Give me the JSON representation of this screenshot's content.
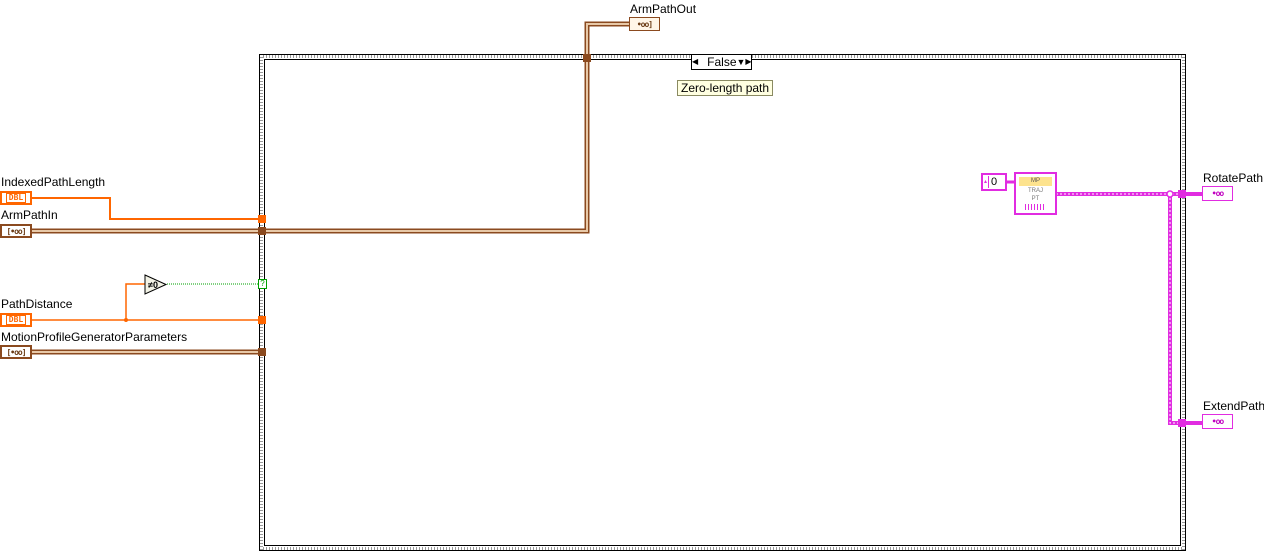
{
  "controls": {
    "indexed_path_length": {
      "label": "IndexedPathLength",
      "type_text": "DBL"
    },
    "arm_path_in": {
      "label": "ArmPathIn",
      "type_text": "[•oo]"
    },
    "path_distance": {
      "label": "PathDistance",
      "type_text": "DBL"
    },
    "motion_params": {
      "label": "MotionProfileGeneratorParameters",
      "type_text": "[•oo]"
    }
  },
  "indicators": {
    "arm_path_out": {
      "label": "ArmPathOut",
      "type_text": "•oo]"
    },
    "rotate_path": {
      "label": "RotatePath",
      "type_text": "•oo"
    },
    "extend_path": {
      "label": "ExtendPath",
      "type_text": "•oo"
    }
  },
  "case_structure": {
    "selector_value": "False",
    "left_arrow": "◀",
    "right_arrow": "▶",
    "dropdown": "▼",
    "comment": "Zero-length path"
  },
  "nodes": {
    "not_equal_zero": {
      "symbol": "≠0"
    },
    "const_zero": {
      "value": "0"
    },
    "subvi": {
      "line1": "MP",
      "line2": "TRAJ",
      "line3": "PT"
    },
    "selector_input": {
      "symbol": "?"
    }
  },
  "colors": {
    "dbl_wire": "#ff6600",
    "cluster_wire": "#8b4a1f",
    "pink_wire": "#e12ce1",
    "bool_wire": "#00a000"
  }
}
